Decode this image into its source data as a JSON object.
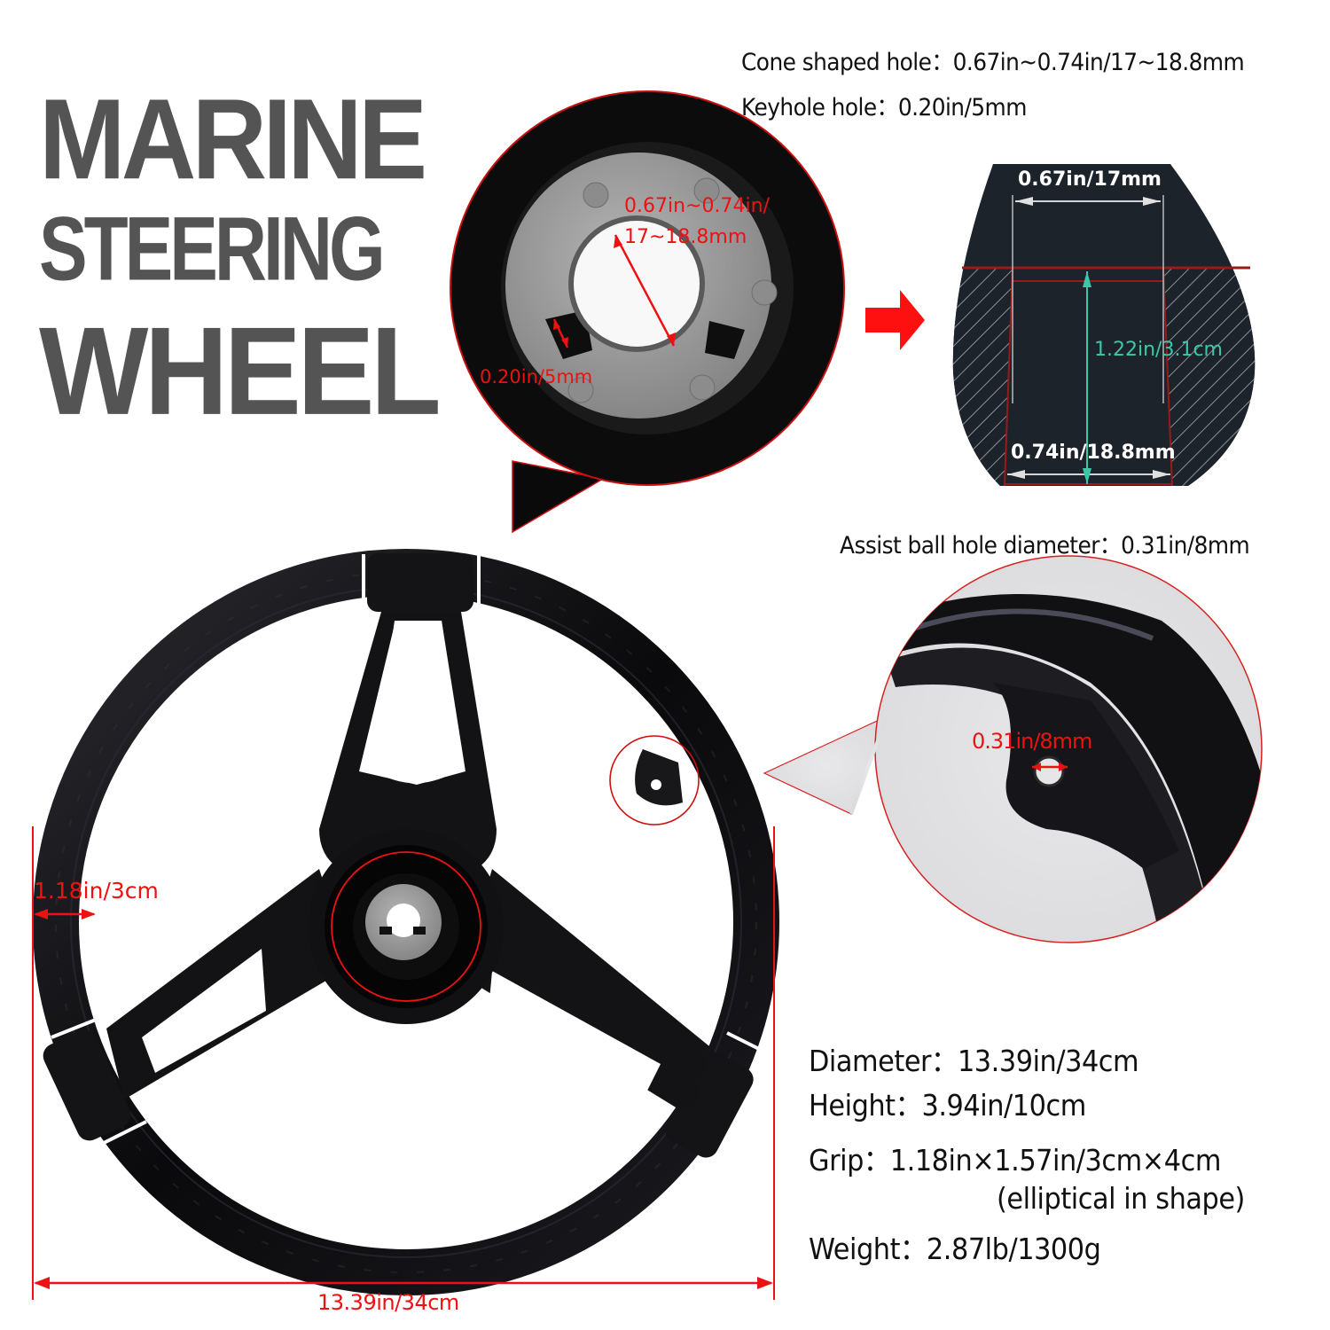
{
  "title": {
    "lines": [
      "MARINE",
      "STEERING",
      "WHEEL"
    ],
    "color": "#545454"
  },
  "cone_hole_specs": {
    "cone_shaped_hole": "Cone shaped hole：0.67in~0.74in/17~18.8mm",
    "keyhole_hole": "Keyhole hole：0.20in/5mm"
  },
  "hub_closeup": {
    "bore_label_line1": "0.67in~0.74in/",
    "bore_label_line2": "17~18.8mm",
    "keyway_label": "0.20in/5mm"
  },
  "cross_section": {
    "top_width": "0.67in/17mm",
    "height": "1.22in/3.1cm",
    "bottom_width": "0.74in/18.8mm",
    "height_color": "#3cc8a8",
    "outline_color": "#a01818"
  },
  "assist_ball": {
    "spec": "Assist ball hole diameter：0.31in/8mm",
    "closeup_label": "0.31in/8mm"
  },
  "wheel_dimensions": {
    "grip_width_label": "1.18in/3cm",
    "diameter_label": "13.39in/34cm"
  },
  "specs": {
    "diameter": "Diameter：13.39in/34cm",
    "height": "Height：3.94in/10cm",
    "grip": "Grip：1.18in×1.57in/3cm×4cm",
    "grip_note": "(elliptical in shape)",
    "weight": "Weight：2.87lb/1300g"
  },
  "colors": {
    "annotation_red": "#ee1111",
    "wheel_black": "#0d0d0f",
    "hub_silver": "#9a9a9a"
  }
}
